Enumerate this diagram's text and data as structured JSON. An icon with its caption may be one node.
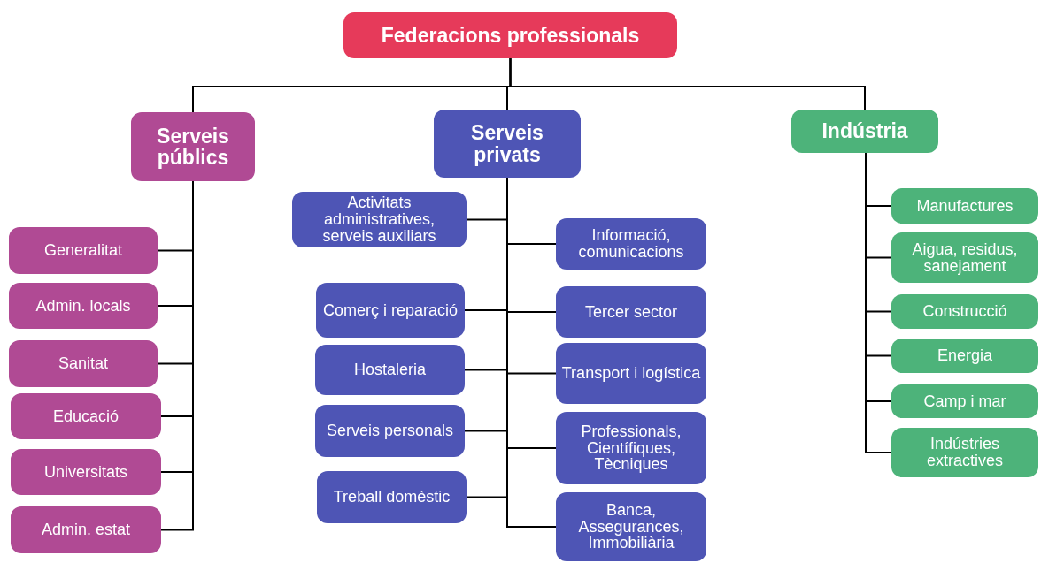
{
  "diagram": {
    "nodes": [
      {
        "text": [
          "Federacions professionals"
        ]
      },
      {
        "text": [
          "Serveis públics"
        ]
      },
      {
        "text": [
          "Serveis privats"
        ]
      },
      {
        "text": [
          "Indústria"
        ]
      },
      {
        "text": [
          "Generalitat"
        ]
      },
      {
        "text": [
          "Admin. locals"
        ]
      },
      {
        "text": [
          "Sanitat"
        ]
      },
      {
        "text": [
          "Educació"
        ]
      },
      {
        "text": [
          "Universitats"
        ]
      },
      {
        "text": [
          "Admin. estat"
        ]
      },
      {
        "text": [
          "Activitats administratives, serveis auxiliars"
        ]
      },
      {
        "text": [
          "Informació, comunicacions"
        ]
      },
      {
        "text": [
          "Comerç i reparació"
        ]
      },
      {
        "text": [
          "Tercer sector"
        ]
      },
      {
        "text": [
          "Hostaleria"
        ]
      },
      {
        "text": [
          "Transport i logística"
        ]
      },
      {
        "text": [
          "Serveis personals"
        ]
      },
      {
        "text": [
          "Professionals, Científiques, Tècniques"
        ]
      },
      {
        "text": [
          "Treball domèstic"
        ]
      },
      {
        "text": [
          "Banca, Assegurances, Immobiliària"
        ]
      },
      {
        "text": [
          "Manufactures"
        ]
      },
      {
        "text": [
          "Aigua, residus, sanejament"
        ]
      },
      {
        "text": [
          "Construcció"
        ]
      },
      {
        "text": [
          "Energia"
        ]
      },
      {
        "text": [
          "Camp i mar"
        ]
      },
      {
        "text": [
          "Indústries extractives"
        ]
      }
    ],
    "edges": [
      {
        "from": 0,
        "to": 1,
        "arrow": "none"
      },
      {
        "from": 0,
        "to": 2,
        "arrow": "none"
      },
      {
        "from": 0,
        "to": 3,
        "arrow": "none"
      },
      {
        "from": 1,
        "to": 4,
        "arrow": "none"
      },
      {
        "from": 1,
        "to": 5,
        "arrow": "none"
      },
      {
        "from": 1,
        "to": 6,
        "arrow": "none"
      },
      {
        "from": 1,
        "to": 7,
        "arrow": "none"
      },
      {
        "from": 1,
        "to": 8,
        "arrow": "none"
      },
      {
        "from": 1,
        "to": 9,
        "arrow": "none"
      },
      {
        "from": 2,
        "to": 10,
        "arrow": "none"
      },
      {
        "from": 2,
        "to": 11,
        "arrow": "none"
      },
      {
        "from": 2,
        "to": 12,
        "arrow": "none"
      },
      {
        "from": 2,
        "to": 13,
        "arrow": "none"
      },
      {
        "from": 2,
        "to": 14,
        "arrow": "none"
      },
      {
        "from": 2,
        "to": 15,
        "arrow": "none"
      },
      {
        "from": 2,
        "to": 16,
        "arrow": "none"
      },
      {
        "from": 2,
        "to": 17,
        "arrow": "none"
      },
      {
        "from": 2,
        "to": 18,
        "arrow": "none"
      },
      {
        "from": 2,
        "to": 19,
        "arrow": "none"
      },
      {
        "from": 3,
        "to": 20,
        "arrow": "none"
      },
      {
        "from": 3,
        "to": 21,
        "arrow": "none"
      },
      {
        "from": 3,
        "to": 22,
        "arrow": "none"
      },
      {
        "from": 3,
        "to": 23,
        "arrow": "none"
      },
      {
        "from": 3,
        "to": 24,
        "arrow": "none"
      },
      {
        "from": 3,
        "to": 25,
        "arrow": "none"
      }
    ]
  }
}
